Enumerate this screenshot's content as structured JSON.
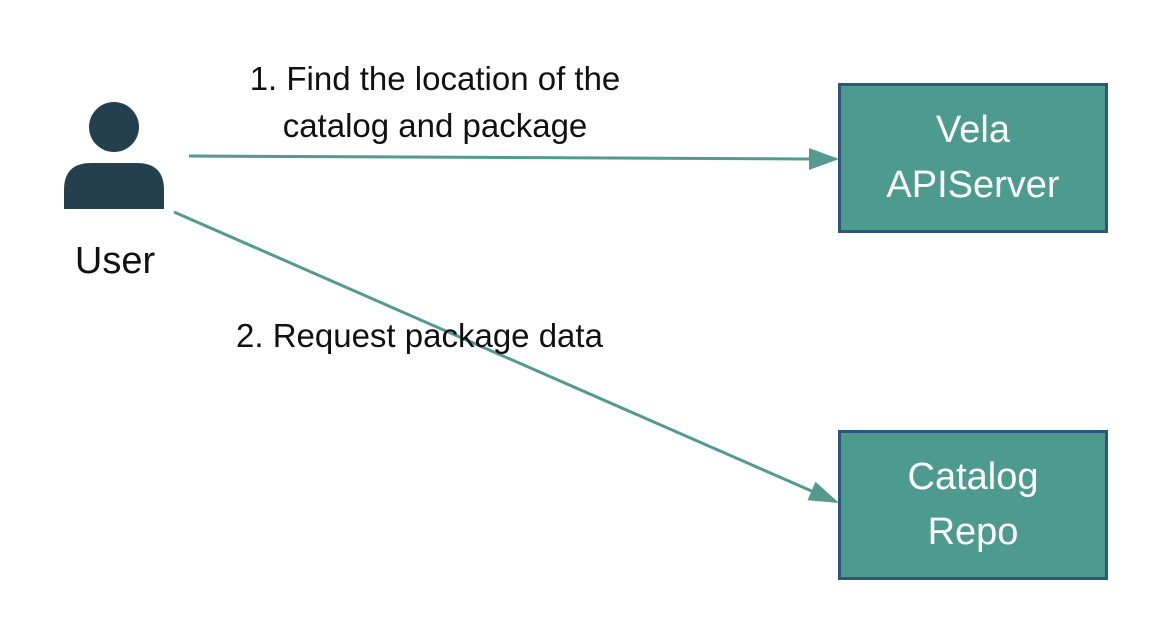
{
  "diagram": {
    "actor": {
      "label": "User"
    },
    "messages": [
      {
        "line1": "1. Find the location of the",
        "line2": "catalog and package"
      },
      {
        "line1": "2. Request package data"
      }
    ],
    "nodes": [
      {
        "line1": "Vela",
        "line2": "APIServer"
      },
      {
        "line1": "Catalog",
        "line2": "Repo"
      }
    ],
    "colors": {
      "arrow": "#549a8e",
      "node_fill": "#4d9a8e",
      "node_border": "#2e567d",
      "node_text": "#ffffff",
      "actor_icon": "#24404e",
      "label_text": "#111111"
    }
  }
}
